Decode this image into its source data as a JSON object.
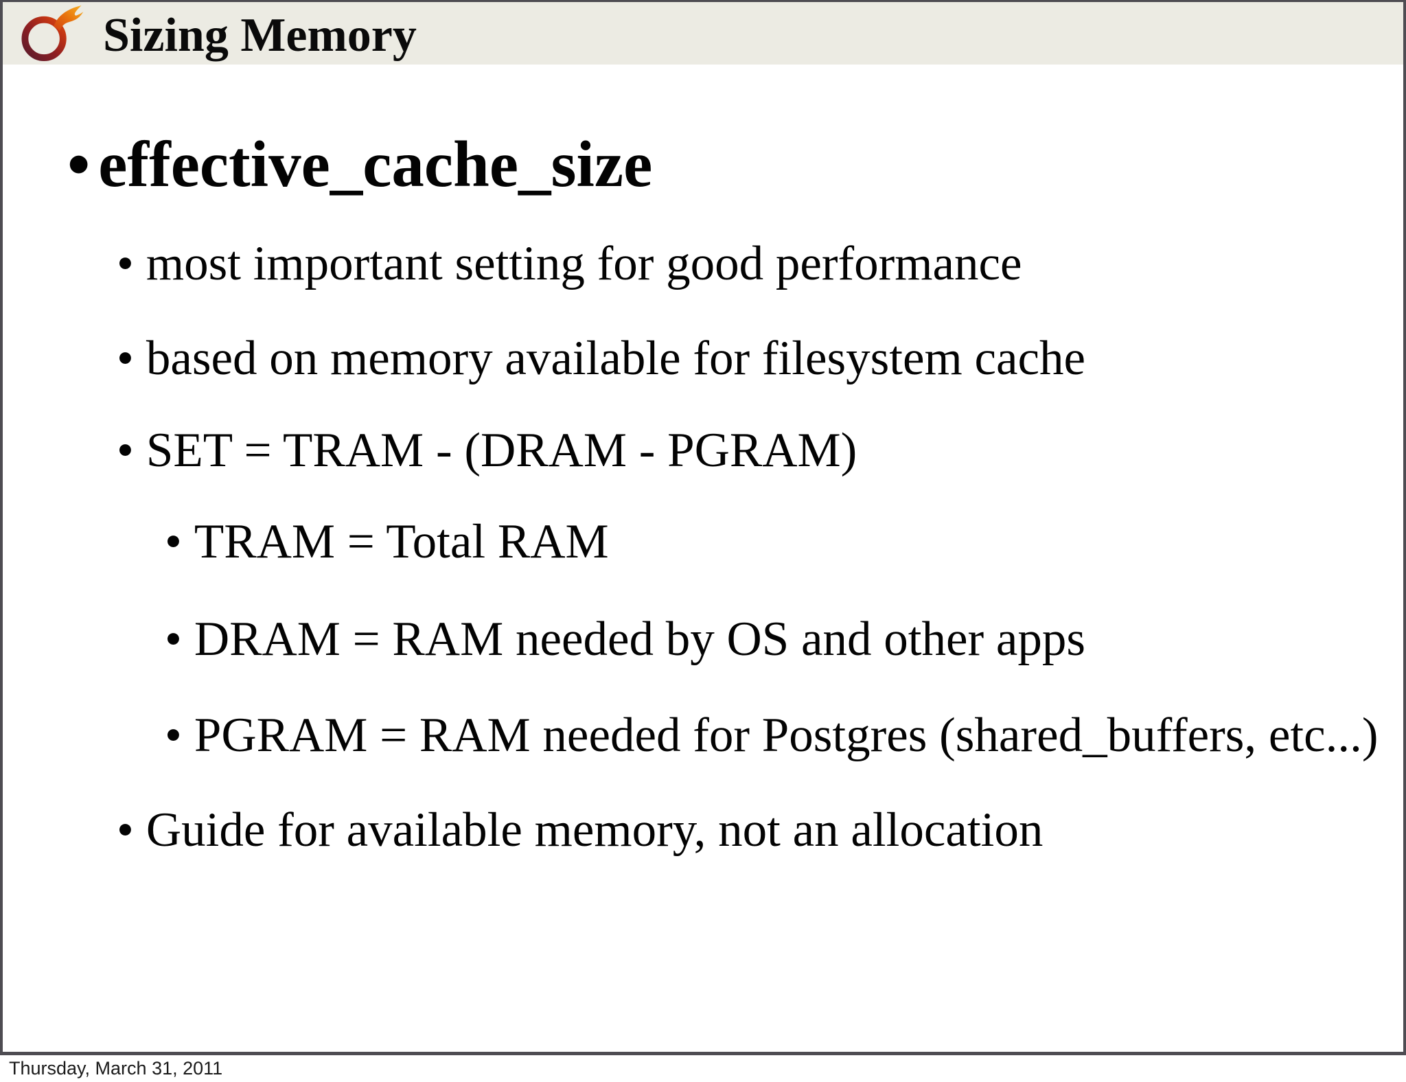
{
  "header": {
    "title": "Sizing Memory",
    "logo": "flame-ring-logo"
  },
  "slide": {
    "bullet_char": "•",
    "heading": "effective_cache_size",
    "bullets": [
      {
        "level": 2,
        "text": "most important setting for good performance"
      },
      {
        "level": 2,
        "text": "based on memory available for filesystem cache"
      },
      {
        "level": 2,
        "text": "SET = TRAM - (DRAM - PGRAM)"
      },
      {
        "level": 3,
        "text": "TRAM = Total RAM"
      },
      {
        "level": 3,
        "text": "DRAM = RAM needed by OS and other apps"
      },
      {
        "level": 3,
        "text": "PGRAM = RAM needed for Postgres (shared_buffers, etc...)"
      },
      {
        "level": 2,
        "text": "Guide for available memory, not an allocation"
      }
    ]
  },
  "footer": {
    "date": "Thursday, March 31, 2011"
  },
  "colors": {
    "header_bg": "#ecebe3",
    "slide_border": "#4e4c52",
    "text": "#030303",
    "logo_dark": "#5a1c2c",
    "logo_red": "#a8201a",
    "logo_orange": "#d84a10",
    "logo_flame": "#e8720e",
    "logo_yellow": "#f2a71b"
  }
}
